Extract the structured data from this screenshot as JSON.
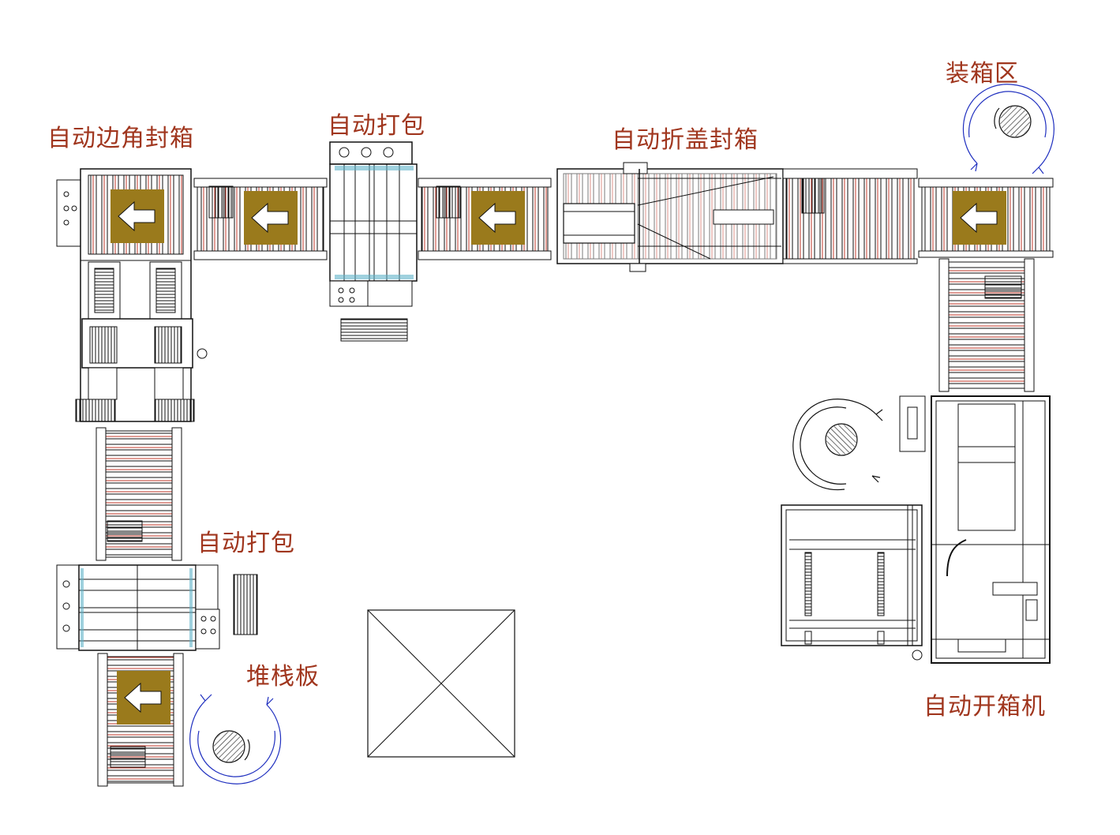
{
  "labels": {
    "corner_sealer": "自动边角封箱",
    "strapper_top": "自动打包",
    "flap_sealer": "自动折盖封箱",
    "packing_zone": "装箱区",
    "strapper_left": "自动打包",
    "palletizing": "堆栈板",
    "case_erector": "自动开箱机"
  },
  "colors": {
    "label": "#a0361e",
    "line": "#111111",
    "roller_accent": "#c0392b",
    "arrow_fill": "#9a7a1c",
    "operator": "#1f2fbf"
  },
  "icons": [
    "left-arrow-icon",
    "operator-icon",
    "pallet-placeholder-icon",
    "motor-icon"
  ]
}
